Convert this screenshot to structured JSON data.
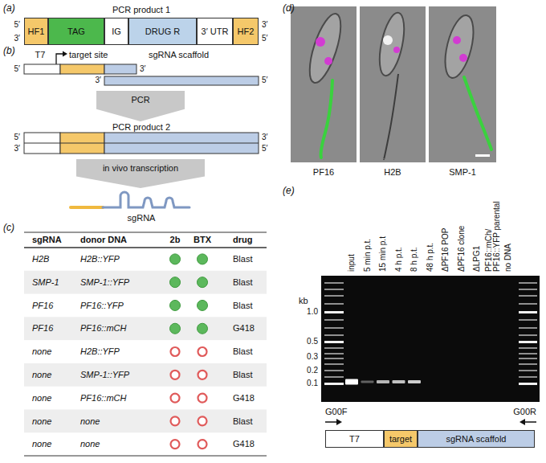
{
  "diagram": {
    "nodes": [
      {
        "text": [
          "HF1"
        ]
      },
      {
        "text": [
          "TAG"
        ]
      },
      {
        "text": [
          "IG"
        ]
      },
      {
        "text": [
          "DRUG R"
        ]
      },
      {
        "text": [
          "3′ UTR"
        ]
      },
      {
        "text": [
          "HF2"
        ]
      },
      {
        "text": [
          "PCR"
        ]
      },
      {
        "text": [
          "in vivo transcription"
        ]
      },
      {
        "text": [
          "T7"
        ]
      },
      {
        "text": [
          "target"
        ]
      },
      {
        "text": [
          "sgRNA scaffold"
        ]
      }
    ],
    "labels": [
      "(a)",
      "PCR product 1",
      "5′",
      "3′",
      "3′",
      "5′",
      "(b)",
      "T7",
      "target site",
      "sgRNA scaffold",
      "5′",
      "3′",
      "3′",
      "5′",
      "PCR product 2",
      "5′",
      "3′",
      "3′",
      "5′",
      "sgRNA",
      "(c)",
      "sgRNA",
      "donor DNA",
      "2b",
      "BTX",
      "drug",
      "H2B",
      "H2B::YFP",
      "Blast",
      "SMP-1",
      "SMP-1::YFP",
      "Blast",
      "PF16",
      "PF16::YFP",
      "Blast",
      "PF16",
      "PF16::mCH",
      "G418",
      "none",
      "H2B::YFP",
      "Blast",
      "none",
      "SMP-1::YFP",
      "Blast",
      "none",
      "PF16::mCH",
      "G418",
      "none",
      "none",
      "Blast",
      "none",
      "none",
      "G418",
      "(d)",
      "PF16",
      "H2B",
      "SMP-1",
      "(e)",
      "input",
      "5 min p.t.",
      "15 min p.t",
      "4 h p.t.",
      "8 h p.t.",
      "48 h p.t.",
      "ΔPF16 POP",
      "ΔPF16 clone",
      "ΔLPG1",
      "PF16::mCh/ PF16::YFP parental",
      "no DNA",
      "kb",
      "1.0",
      "0.5",
      "0.3",
      "0.2",
      "0.1",
      "G00F",
      "G00R"
    ]
  }
}
